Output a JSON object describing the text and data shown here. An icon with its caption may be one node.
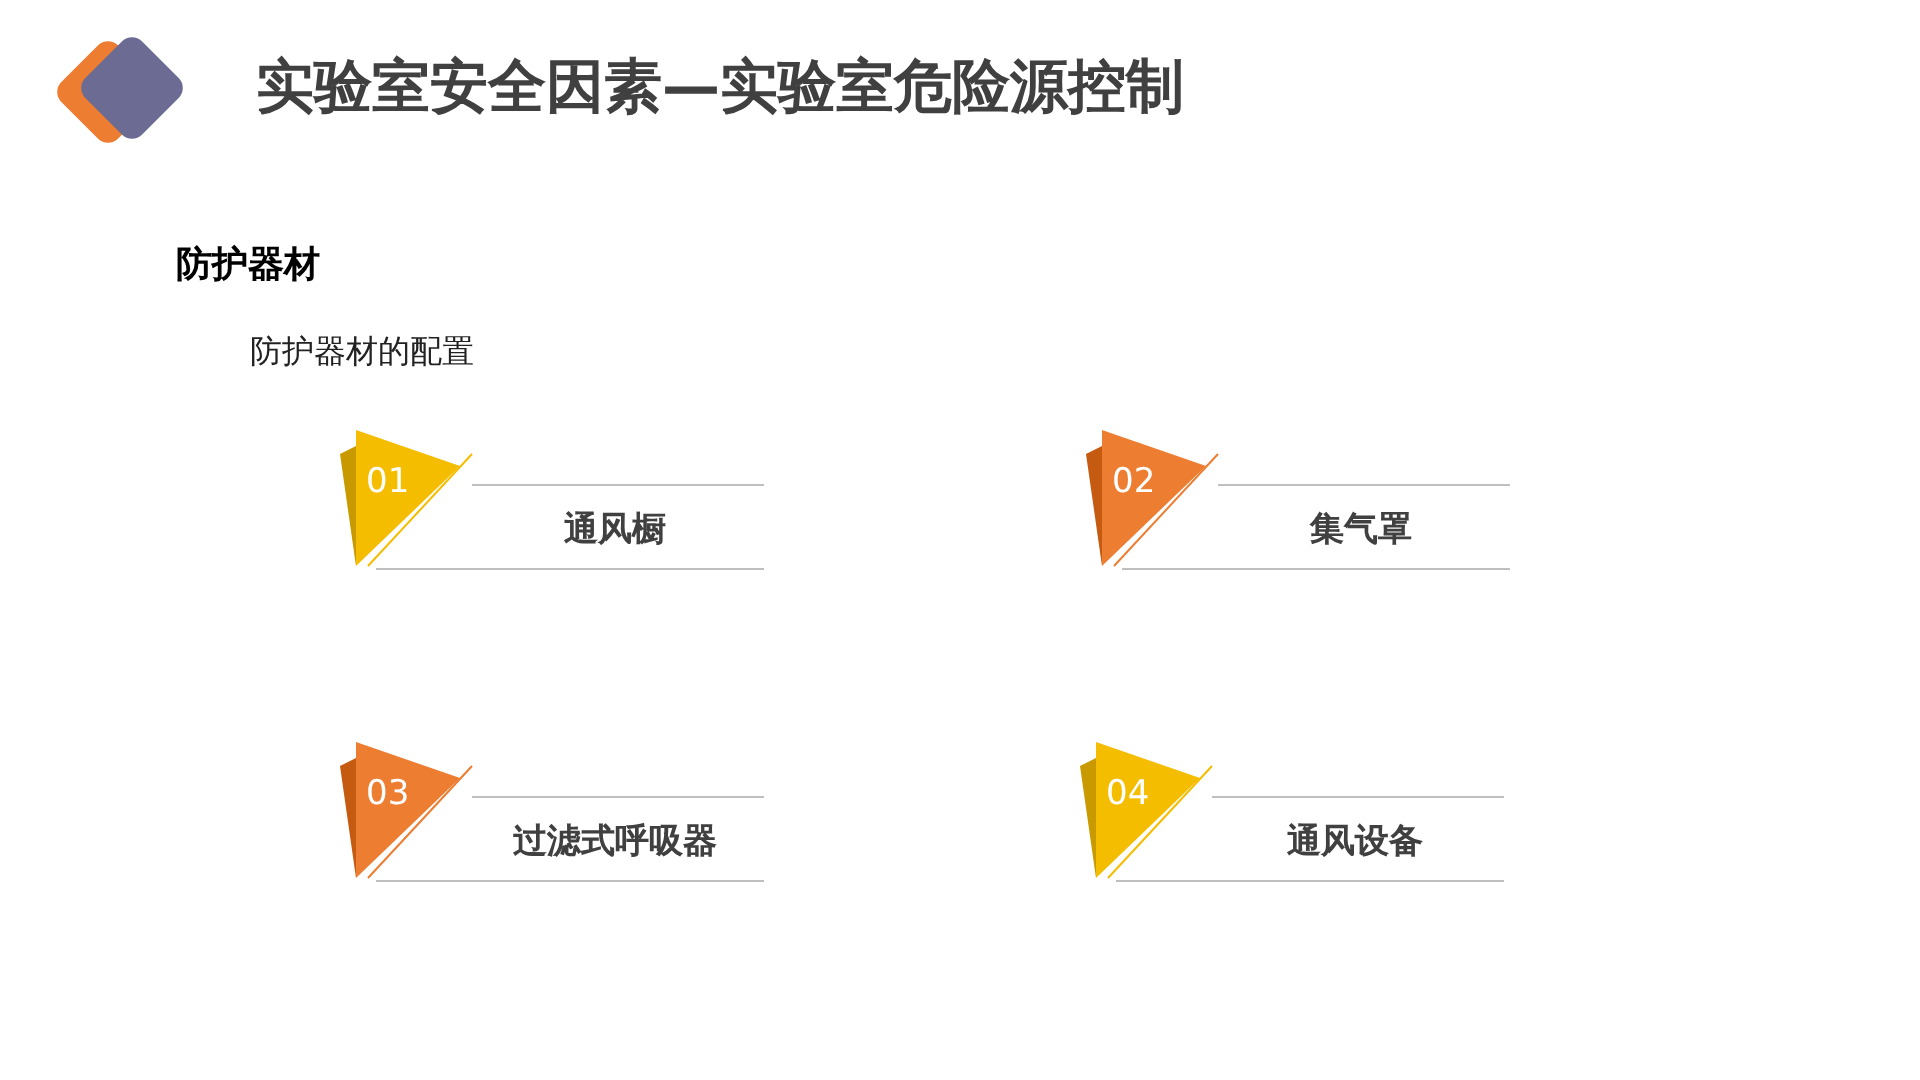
{
  "diagram": {
    "title": "实验室安全因素—实验室危险源控制",
    "nodes": [
      {
        "text": [
          "01",
          "通风橱"
        ]
      },
      {
        "text": [
          "02",
          "集气罩"
        ]
      },
      {
        "text": [
          "03",
          "过滤式呼吸器"
        ]
      },
      {
        "text": [
          "04",
          "通风设备"
        ]
      }
    ],
    "labels": [
      "防护器材",
      "防护器材的配置"
    ]
  }
}
